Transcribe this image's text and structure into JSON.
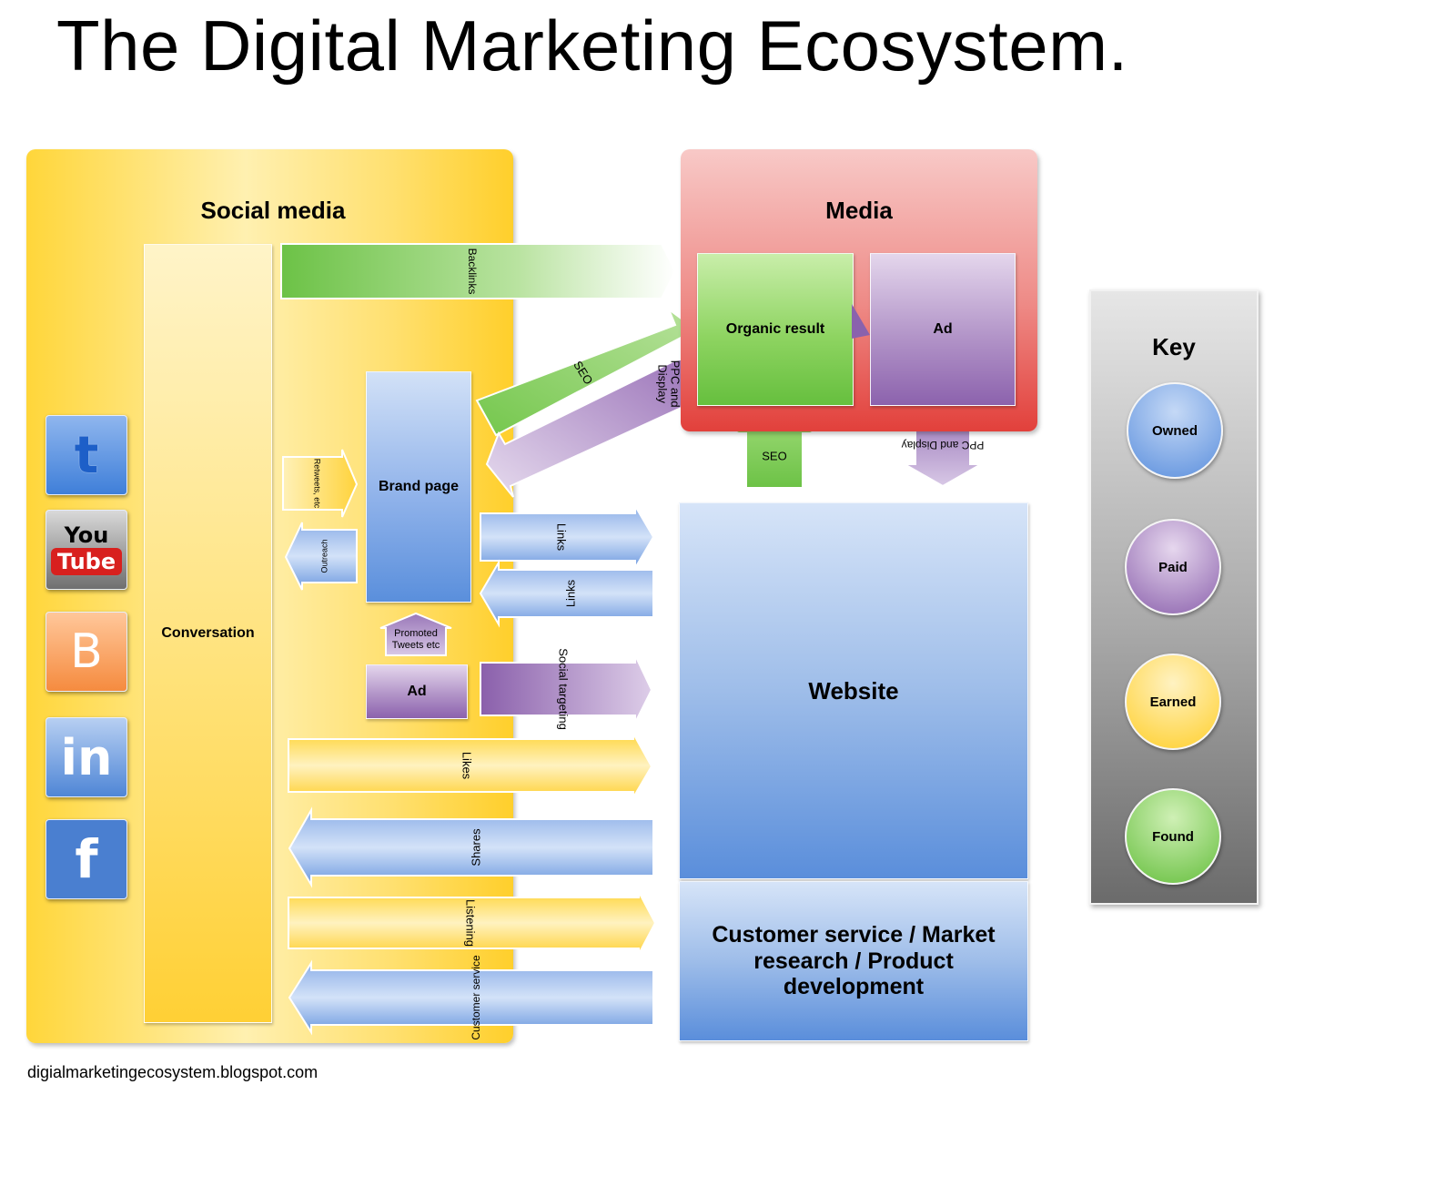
{
  "title": "The Digital Marketing Ecosystem.",
  "footer": "digialmarketingecosystem.blogspot.com",
  "social_media": {
    "title": "Social media",
    "conversation": "Conversation",
    "brand_page": "Brand page",
    "ad": "Ad",
    "promoted_tweets": "Promoted Tweets etc",
    "icons": [
      "twitter-icon",
      "youtube-icon",
      "blogger-icon",
      "linkedin-icon",
      "facebook-icon"
    ],
    "icon_text": {
      "twitter": "t",
      "youtube_top": "You",
      "youtube_bottom": "Tube",
      "blogger": "B",
      "linkedin": "in",
      "facebook": "f"
    }
  },
  "media": {
    "title": "Media",
    "organic_result": "Organic result",
    "ad": "Ad"
  },
  "website": "Website",
  "customer_service_box": "Customer service / Market research / Product development",
  "arrows": {
    "backlinks": "Backlinks",
    "seo_diag": "SEO",
    "ppc_display_diag": "PPC and Display",
    "retweets": "Retweets, etc",
    "outreach": "Outreach",
    "links_out": "Links",
    "links_in": "Links",
    "social_targeting": "Social targeting",
    "seo_up": "SEO",
    "ppc_display_down": "PPC and Display",
    "likes": "Likes",
    "shares": "Shares",
    "listening": "Listening",
    "customer_service": "Customer service"
  },
  "key": {
    "title": "Key",
    "items": [
      {
        "label": "Owned",
        "color": "#5b8fdd"
      },
      {
        "label": "Paid",
        "color": "#8c62ad"
      },
      {
        "label": "Earned",
        "color": "#ffcf2b"
      },
      {
        "label": "Found",
        "color": "#66bf3e"
      }
    ]
  }
}
